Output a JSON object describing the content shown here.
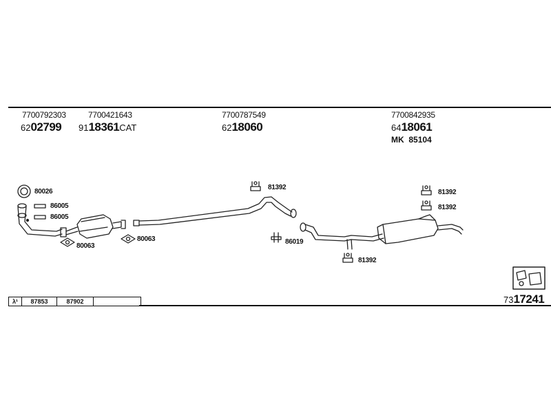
{
  "sections": [
    {
      "oe": "7700792303",
      "prefix": "62",
      "main": "02799",
      "suffix": ""
    },
    {
      "oe": "7700421643",
      "prefix": "91",
      "main": "18361",
      "suffix": "CAT"
    },
    {
      "oe": "7700787549",
      "prefix": "62",
      "main": "18060",
      "suffix": ""
    },
    {
      "oe": "7700842935",
      "prefix": "64",
      "main": "18061",
      "suffix": ""
    }
  ],
  "mk_label": "MK",
  "mk_number": "85104",
  "callouts": {
    "ring": "80026",
    "front_clamp_1": "86005",
    "front_clamp_2": "86005",
    "gasket_1": "80063",
    "gasket_2": "80063",
    "mid_hanger": "81392",
    "mid_clamp": "86019",
    "rear_hanger_1": "81392",
    "rear_hanger_2": "81392",
    "rear_pipe_hanger": "81392"
  },
  "ref_table": {
    "symbol": "λ¹",
    "cells": [
      "87853",
      "87902",
      ""
    ]
  },
  "kit": {
    "prefix": "73",
    "main": "17241"
  }
}
